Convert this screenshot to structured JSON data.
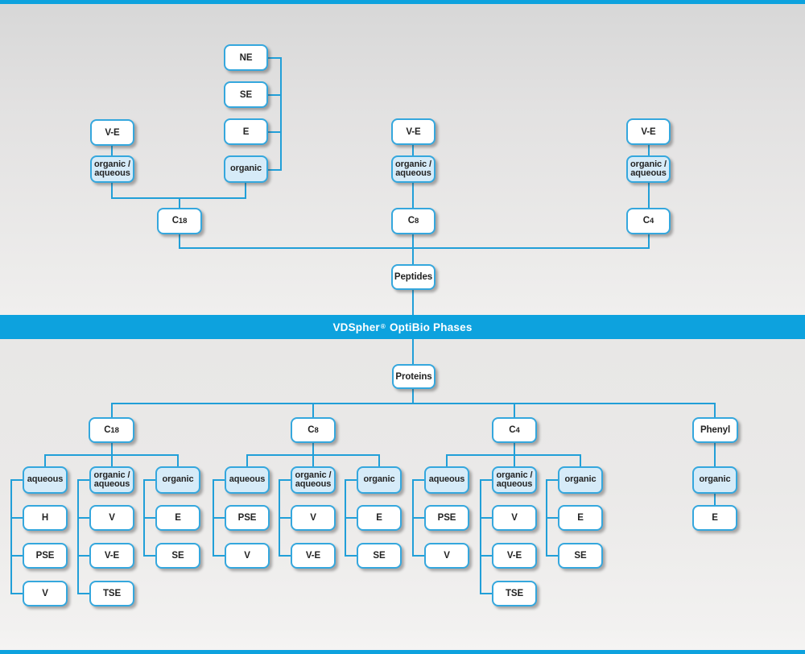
{
  "banner": {
    "brand": "VDSpher",
    "registered": "®",
    "title": "OptiBio Phases",
    "full_text": "VDSpher® OptiBio Phases"
  },
  "colors": {
    "accent_blue": "#219fd8",
    "banner_blue": "#0da2de",
    "category_fill": "#d6ebf8",
    "node_fill": "#ffffff",
    "text": "#232323"
  },
  "peptides": {
    "label": "Peptides",
    "branches": [
      {
        "phase": {
          "letter": "C",
          "number": "18"
        },
        "groups": [
          {
            "mode_lines": [
              "organic /",
              "aqueous"
            ],
            "variants": [
              "V-E"
            ]
          },
          {
            "mode_lines": [
              "organic"
            ],
            "variants": [
              "NE",
              "SE",
              "E"
            ]
          }
        ]
      },
      {
        "phase": {
          "letter": "C",
          "number": "8"
        },
        "groups": [
          {
            "mode_lines": [
              "organic /",
              "aqueous"
            ],
            "variants": [
              "V-E"
            ]
          }
        ]
      },
      {
        "phase": {
          "letter": "C",
          "number": "4"
        },
        "groups": [
          {
            "mode_lines": [
              "organic /",
              "aqueous"
            ],
            "variants": [
              "V-E"
            ]
          }
        ]
      }
    ]
  },
  "proteins": {
    "label": "Proteins",
    "branches": [
      {
        "phase": {
          "letter": "C",
          "number": "18"
        },
        "groups": [
          {
            "mode_lines": [
              "aqueous"
            ],
            "variants": [
              "H",
              "PSE",
              "V"
            ]
          },
          {
            "mode_lines": [
              "organic /",
              "aqueous"
            ],
            "variants": [
              "V",
              "V-E",
              "TSE"
            ]
          },
          {
            "mode_lines": [
              "organic"
            ],
            "variants": [
              "E",
              "SE"
            ]
          }
        ]
      },
      {
        "phase": {
          "letter": "C",
          "number": "8"
        },
        "groups": [
          {
            "mode_lines": [
              "aqueous"
            ],
            "variants": [
              "PSE",
              "V"
            ]
          },
          {
            "mode_lines": [
              "organic /",
              "aqueous"
            ],
            "variants": [
              "V",
              "V-E"
            ]
          },
          {
            "mode_lines": [
              "organic"
            ],
            "variants": [
              "E",
              "SE"
            ]
          }
        ]
      },
      {
        "phase": {
          "letter": "C",
          "number": "4"
        },
        "groups": [
          {
            "mode_lines": [
              "aqueous"
            ],
            "variants": [
              "PSE",
              "V"
            ]
          },
          {
            "mode_lines": [
              "organic /",
              "aqueous"
            ],
            "variants": [
              "V",
              "V-E",
              "TSE"
            ]
          },
          {
            "mode_lines": [
              "organic"
            ],
            "variants": [
              "E",
              "SE"
            ]
          }
        ]
      },
      {
        "phase": {
          "letter": "Phenyl",
          "number": ""
        },
        "groups": [
          {
            "mode_lines": [
              "organic"
            ],
            "variants": [
              "E"
            ]
          }
        ]
      }
    ]
  }
}
